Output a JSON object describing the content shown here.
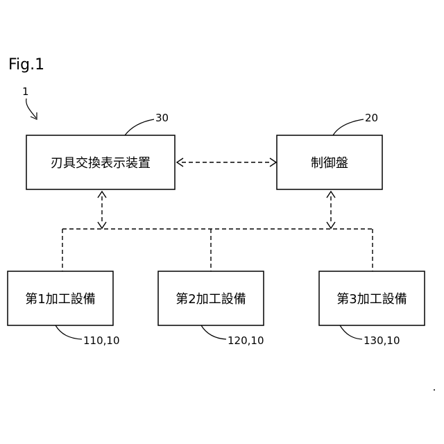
{
  "figure": {
    "title": "Fig.1",
    "system_ref": "1"
  },
  "nodes": {
    "tool_display": {
      "label": "刃具交換表示装置",
      "ref": "30"
    },
    "control_panel": {
      "label": "制御盤",
      "ref": "20"
    },
    "machine1": {
      "label": "第1加工設備",
      "ref": "110,10"
    },
    "machine2": {
      "label": "第2加工設備",
      "ref": "120,10"
    },
    "machine3": {
      "label": "第3加工設備",
      "ref": "130,10"
    }
  }
}
